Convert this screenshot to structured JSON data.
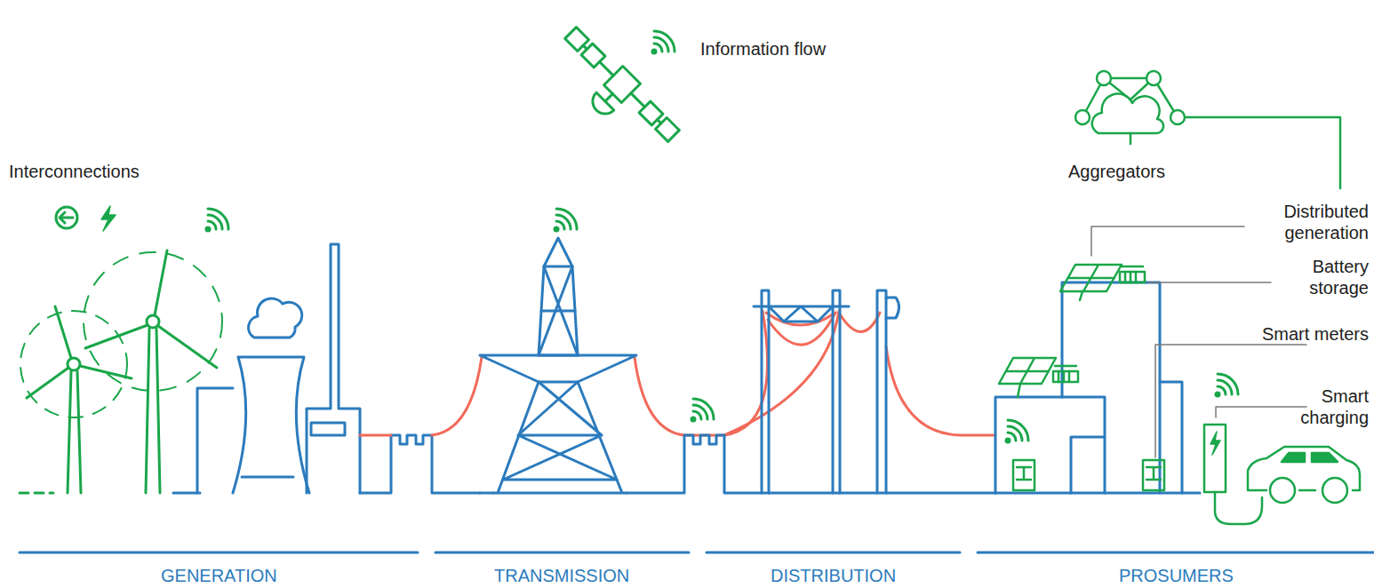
{
  "diagram": {
    "labels": [
      "Information flow",
      "Interconnections",
      "Aggregators",
      "Distributed generation",
      "Battery storage",
      "Smart meters",
      "Smart charging",
      "GENERATION",
      "TRANSMISSION",
      "DISTRIBUTION",
      "PROSUMERS"
    ]
  }
}
